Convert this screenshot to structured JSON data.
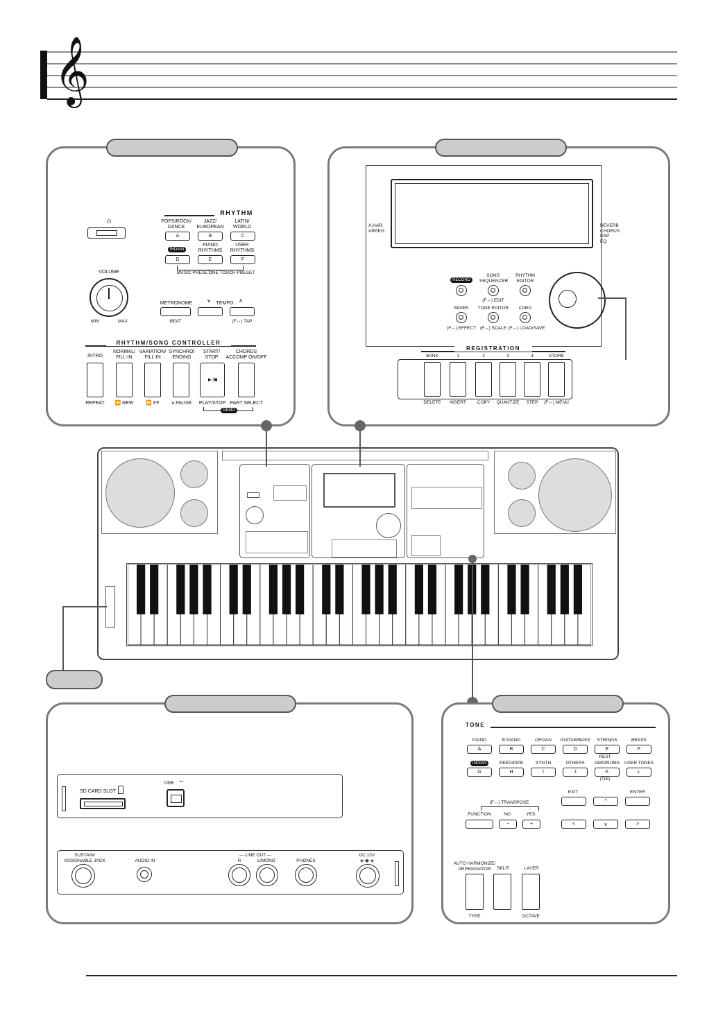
{
  "rhythm_panel": {
    "power_icon": "⏻",
    "rhythm_header": "RHYTHM",
    "volume": "VOLUME",
    "min": "MIN",
    "max": "MAX",
    "rhythm_buttons": [
      {
        "top": "POPS/ROCK/\nDANCE",
        "key": "A"
      },
      {
        "top": "JAZZ/\nEUROPEAN",
        "key": "B"
      },
      {
        "top": "LATIN/\nWORLD",
        "key": "C"
      },
      {
        "top": "INDIAN",
        "key": "D"
      },
      {
        "top": "PIANO\nRHYTHMS",
        "key": "E"
      },
      {
        "top": "USER\nRHYTHMS",
        "key": "F"
      }
    ],
    "music_preset": "MUSIC PRESET",
    "one_touch_preset": "ONE TOUCH PRESET",
    "metronome": "METRONOME",
    "beat": "BEAT",
    "tempo": "TEMPO",
    "tempo_down": "∨",
    "tempo_up": "∧",
    "tap": "(F↔) TAP",
    "controller_header": "RHYTHM/SONG CONTROLLER",
    "controller_buttons": [
      {
        "top": "INTRO",
        "bottom": "REPEAT"
      },
      {
        "top": "NORMAL/\nFILL-IN",
        "bottom": "⏪ REW"
      },
      {
        "top": "VARIATION/\nFILL-IN",
        "bottom": "⏩ FF"
      },
      {
        "top": "SYNCHRO/\nENDING",
        "bottom": "⏸ PAUSE"
      },
      {
        "top": "START/\nSTOP",
        "bottom": "PLAY/STOP"
      },
      {
        "top": "CHORDS\nACCOMP ON/OFF",
        "bottom": "PART SELECT"
      }
    ],
    "play_symbol": "►/■",
    "demo": "DEMO"
  },
  "display_panel": {
    "left_labels": "A.HAR.\nARPEG.",
    "right_labels": "REVERB\nCHORUS\nDSP\nEQ",
    "record": "RECORD",
    "song_sequencer": "SONG\nSEQUENCER",
    "edit": "(F↔) EDIT",
    "rhythm_editor": "RHYTHM\nEDITOR",
    "mixer": "MIXER",
    "effect": "(F↔) EFFECT",
    "tone_editor": "TONE EDITOR",
    "scale": "(F↔) SCALE",
    "card": "CARD",
    "load_save": "(F↔) LOAD/SAVE",
    "registration": "REGISTRATION",
    "reg_top": [
      "BANK",
      "1",
      "2",
      "3",
      "4",
      "STORE"
    ],
    "reg_bottom": [
      "DELETE",
      "INSERT",
      "COPY",
      "QUANTIZE",
      "STEP",
      "(F↔) MENU"
    ]
  },
  "rear_panel": {
    "sd_card_slot": "SD CARD SLOT",
    "usb": "USB",
    "jacks": [
      {
        "label": "SUSTAIN/\nASSIGNABLE JACK"
      },
      {
        "label": "AUDIO IN"
      },
      {
        "label": "R"
      },
      {
        "label": "L/MONO"
      },
      {
        "label": "PHONES"
      },
      {
        "label": "DC 12V"
      }
    ],
    "line_out": "LINE OUT"
  },
  "tone_panel": {
    "tone": "TONE",
    "tone_row1": [
      {
        "name": "PIANO",
        "key": "A"
      },
      {
        "name": "E.PIANO",
        "key": "B"
      },
      {
        "name": "ORGAN",
        "key": "C"
      },
      {
        "name": "GUITAR/BASS",
        "key": "D"
      },
      {
        "name": "STRINGS",
        "key": "E"
      },
      {
        "name": "BRASS",
        "key": "F"
      }
    ],
    "rest": "REST",
    "tone_row2": [
      {
        "name": "INDIAN",
        "key": "G"
      },
      {
        "name": "REED/PIPE",
        "key": "H"
      },
      {
        "name": "SYNTH",
        "key": "I"
      },
      {
        "name": "OTHERS",
        "key": "J"
      },
      {
        "name": "GM/DRUMS",
        "key": "K"
      },
      {
        "name": "USER TONES",
        "key": "L"
      }
    ],
    "tie": "(TIE)",
    "exit": "EXIT",
    "enter": "ENTER",
    "transpose": "(F↔) TRANSPOSE",
    "function": "FUNCTION",
    "no": "NO",
    "yes": "YES",
    "minus": "−",
    "plus": "+",
    "arrow_up": "^",
    "arrow_down": "∨",
    "arrow_left": "<",
    "arrow_right": ">",
    "auto_harmonize": "AUTO HARMONIZE/\nARPEGGIATOR",
    "split": "SPLIT",
    "layer": "LAYER",
    "type": "TYPE",
    "octave": "OCTAVE"
  }
}
